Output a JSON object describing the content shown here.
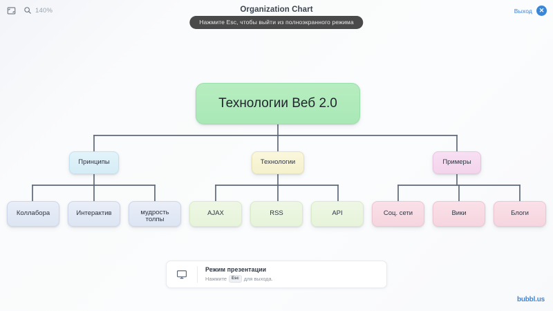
{
  "toolbar": {
    "fullscreen_icon": "fullscreen-icon",
    "zoom_icon": "magnifier-icon",
    "zoom_level": "140%"
  },
  "header": {
    "title": "Organization Chart",
    "tooltip": "Нажмите Esc, чтобы выйти из полноэкранного режима",
    "exit_label": "Выход",
    "close_icon": "✕"
  },
  "chart": {
    "root": {
      "label": "Технологии Веб 2.0",
      "color": "#aee8ba"
    },
    "branches": [
      {
        "label": "Принципы",
        "color": "#d5ecf6"
      },
      {
        "label": "Технологии",
        "color": "#f5f1cd"
      },
      {
        "label": "Примеры",
        "color": "#f3d4ec"
      }
    ],
    "leaves": [
      {
        "label": "Коллабора",
        "color": "#dde5f3"
      },
      {
        "label": "Интерактив",
        "color": "#dde5f3"
      },
      {
        "label": "мудрость толпы",
        "color": "#dde5f3"
      },
      {
        "label": "AJAX",
        "color": "#e7f3da"
      },
      {
        "label": "RSS",
        "color": "#e7f3da"
      },
      {
        "label": "API",
        "color": "#e7f3da"
      },
      {
        "label": "Соц. сети",
        "color": "#f6d5df"
      },
      {
        "label": "Вики",
        "color": "#f6d5df"
      },
      {
        "label": "Блоги",
        "color": "#f6d5df"
      }
    ],
    "connector_color": "#5d6877"
  },
  "presentation_card": {
    "icon": "monitor-icon",
    "title": "Режим презентации",
    "subtitle_before": "Нажмите",
    "key": "Esc",
    "subtitle_after": "для выхода."
  },
  "watermark": {
    "text": "bubbl.us"
  }
}
